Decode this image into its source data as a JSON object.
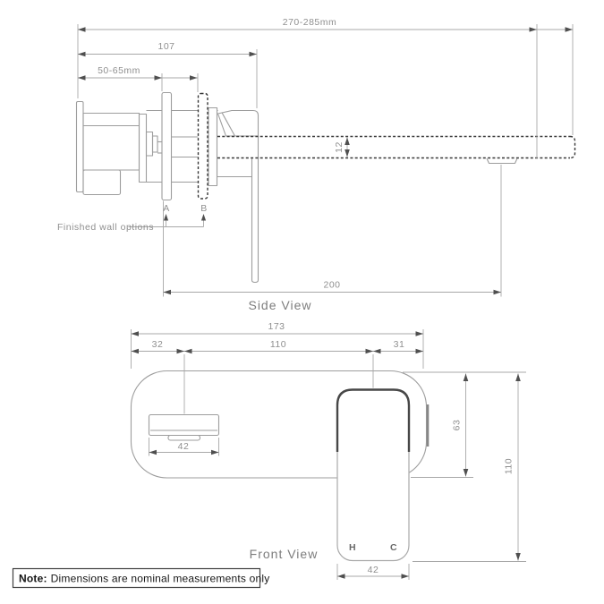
{
  "side_view": {
    "label": "Side View",
    "dimensions": {
      "spout_reach_range": "270-285mm",
      "body_to_handle": "107",
      "wall_thickness_range": "50-65mm",
      "spout_thickness": "12",
      "spout_projection_from_wall": "200"
    },
    "wall_options": {
      "caption": "Finished wall options",
      "option_a": "A",
      "option_b": "B"
    }
  },
  "front_view": {
    "label": "Front View",
    "dimensions": {
      "overall_width": "173",
      "edge_to_spout_centre": "32",
      "spout_to_handle_centres": "110",
      "handle_centre_to_edge": "31",
      "spout_width": "42",
      "backplate_height": "63",
      "overall_height": "110",
      "handle_width": "42"
    },
    "handle_markings": {
      "hot": "H",
      "cold": "C"
    }
  },
  "note": {
    "label": "Note:",
    "text": "Dimensions are nominal measurements only"
  },
  "colors": {
    "line": "#9d9d9d",
    "dark_line": "#383838",
    "dim_text": "#8f8f8f",
    "note_border": "#3f3f3f",
    "background": "#ffffff"
  }
}
